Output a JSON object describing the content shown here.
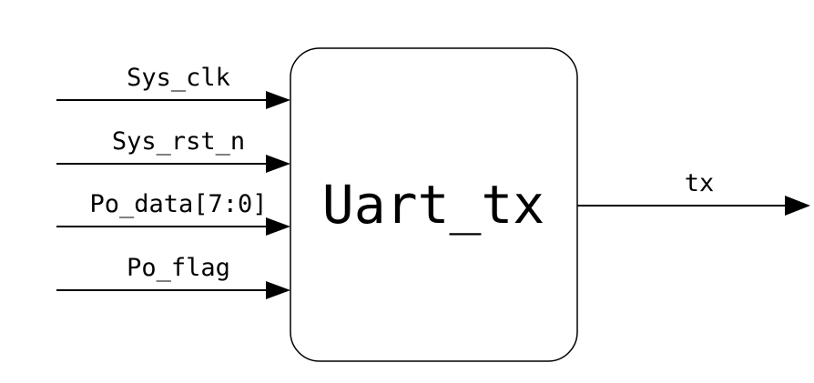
{
  "diagram": {
    "block": {
      "label": "Uart_tx"
    },
    "inputs": [
      {
        "label": "Sys_clk"
      },
      {
        "label": "Sys_rst_n"
      },
      {
        "label": "Po_data[7:0]"
      },
      {
        "label": "Po_flag"
      }
    ],
    "outputs": [
      {
        "label": "tx"
      }
    ],
    "colors": {
      "line": "#000000",
      "background": "#ffffff"
    }
  }
}
